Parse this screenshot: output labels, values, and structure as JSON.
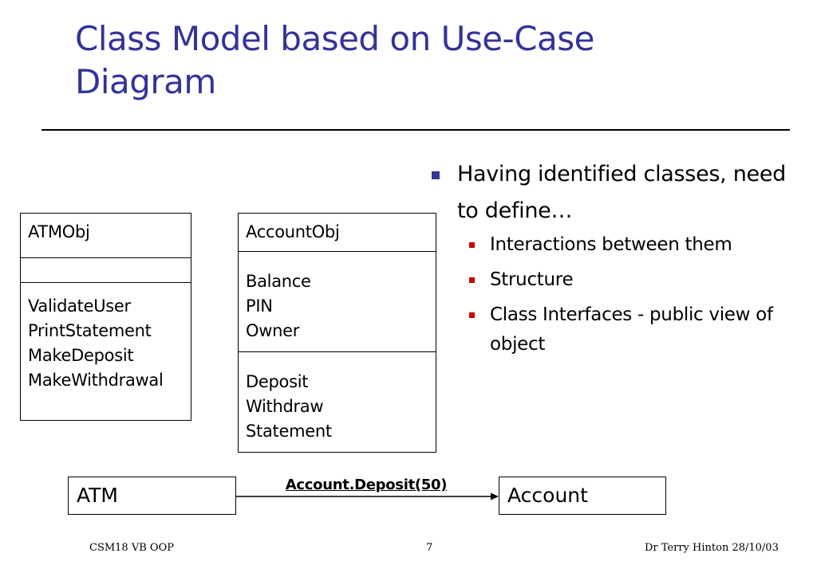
{
  "title": "Class Model based on Use-Case Diagram",
  "class_atm": {
    "name": "ATMObj",
    "attributes": [],
    "operations": [
      "ValidateUser",
      "PrintStatement",
      "MakeDeposit",
      "MakeWithdrawal"
    ]
  },
  "class_account": {
    "name": "AccountObj",
    "attributes": [
      "Balance",
      "PIN",
      "Owner"
    ],
    "operations": [
      "Deposit",
      "Withdraw",
      "Statement"
    ]
  },
  "bullets": {
    "main": "Having identified classes, need to define…",
    "sub": [
      "Interactions between them",
      "Structure",
      "Class Interfaces - public view of object"
    ]
  },
  "interaction": {
    "from": "ATM",
    "to": "Account",
    "message": "Account.Deposit(50)"
  },
  "footer": {
    "left": "CSM18 VB OOP",
    "center": "7",
    "right": "Dr Terry Hinton 28/10/03"
  },
  "colors": {
    "title": "#333399",
    "main_bullet": "#333399",
    "sub_bullet": "#cc0000"
  }
}
